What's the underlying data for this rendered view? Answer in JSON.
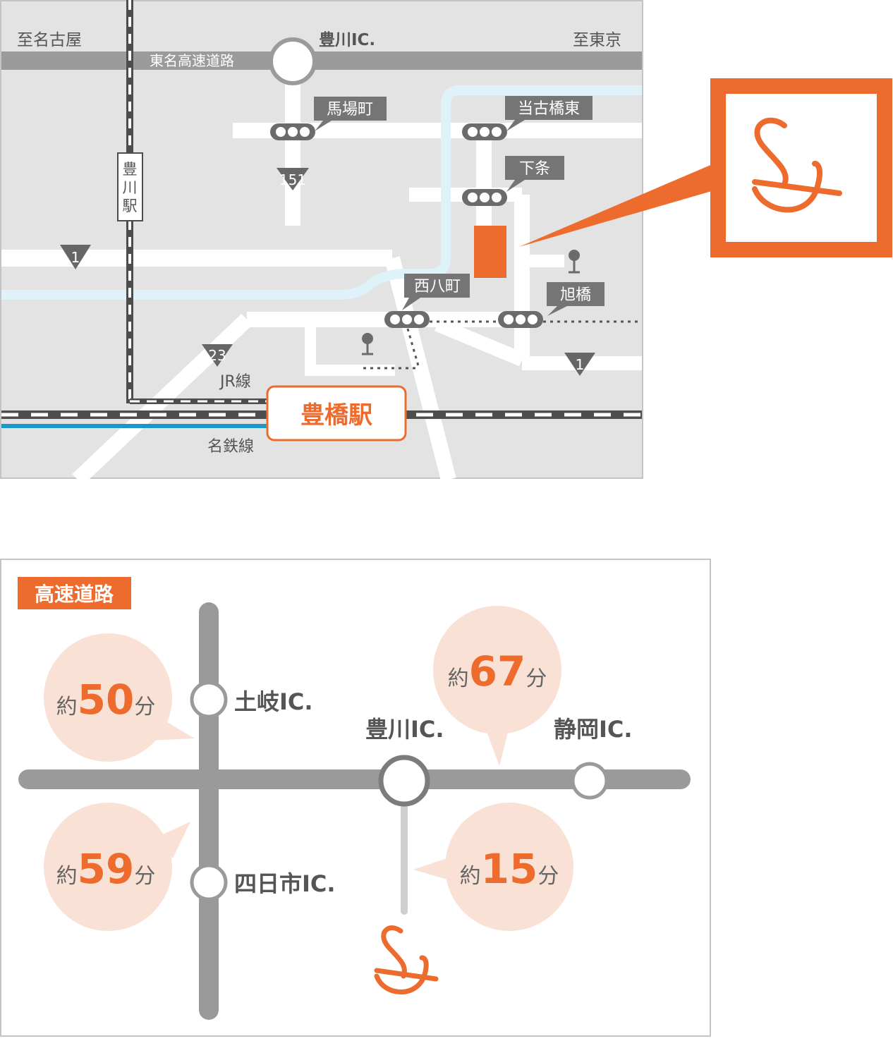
{
  "area_map": {
    "directions": {
      "west": "至名古屋",
      "east": "至東京"
    },
    "expressway_name": "東名高速道路",
    "interchange": "豊川IC.",
    "station_vertical_label": "豊川駅",
    "route_signs": {
      "national_1a": "1",
      "national_1b": "1",
      "route_151": "151",
      "route_23": "23"
    },
    "intersections": {
      "baba": "馬場町",
      "toukohashi_higashi": "当古橋東",
      "shimojo": "下条",
      "nishihatcho": "西八町",
      "asahibashi": "旭橋"
    },
    "rail_labels": {
      "jr": "JR線",
      "meitetsu": "名鉄線"
    },
    "main_station": "豊橋駅",
    "colors": {
      "accent": "#ec6b2d",
      "road_bg": "#e3e3e3",
      "rail_blue": "#1d96c8",
      "river": "#dff2fa",
      "sign_gray": "#757575"
    }
  },
  "access_map": {
    "category_label": "高速道路",
    "interchanges": {
      "toki": "土岐IC.",
      "yokkaichi": "四日市IC.",
      "toyokawa": "豊川IC.",
      "shizuoka": "静岡IC."
    },
    "travel_times": [
      {
        "prefix": "約",
        "value": "50",
        "unit": "分"
      },
      {
        "prefix": "約",
        "value": "59",
        "unit": "分"
      },
      {
        "prefix": "約",
        "value": "67",
        "unit": "分"
      },
      {
        "prefix": "約",
        "value": "15",
        "unit": "分"
      }
    ],
    "colors": {
      "accent": "#ec6b2d",
      "bubble": "#f9e1d6",
      "road": "#9a9a9a",
      "branch": "#cfcfcf"
    }
  }
}
